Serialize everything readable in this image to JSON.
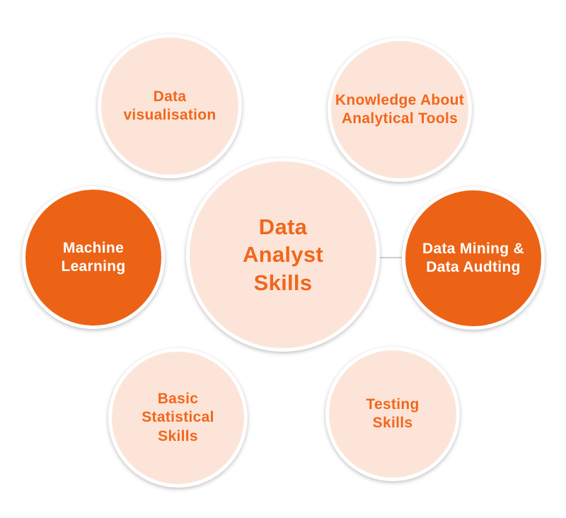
{
  "theme": {
    "background": "#ffffff",
    "circle_light_fill": "#fce5d8",
    "circle_orange_fill": "#ec6316",
    "text_orange": "#f2661c",
    "text_white": "#ffffff",
    "circle_border": "#ffffff",
    "connector_color": "#cfcfcf"
  },
  "diagram": {
    "center": {
      "label": "Data Analyst Skills",
      "lines": [
        "Data",
        "Analyst",
        "Skills"
      ]
    },
    "satellites": [
      {
        "label": "Data visualisation",
        "lines": [
          "Data",
          "visualisation"
        ]
      },
      {
        "label": "Knowledge About Analytical Tools",
        "lines": [
          "Knowledge About",
          "Analytical Tools"
        ]
      },
      {
        "label": "Machine Learning",
        "lines": [
          "Machine",
          "Learning"
        ]
      },
      {
        "label": "Data Mining & Data Audting",
        "lines": [
          "Data Mining &",
          "Data Audting"
        ]
      },
      {
        "label": "Basic Statistical Skills",
        "lines": [
          "Basic",
          "Statistical",
          "Skills"
        ]
      },
      {
        "label": "Testing Skills",
        "lines": [
          "Testing",
          "Skills"
        ]
      }
    ]
  }
}
